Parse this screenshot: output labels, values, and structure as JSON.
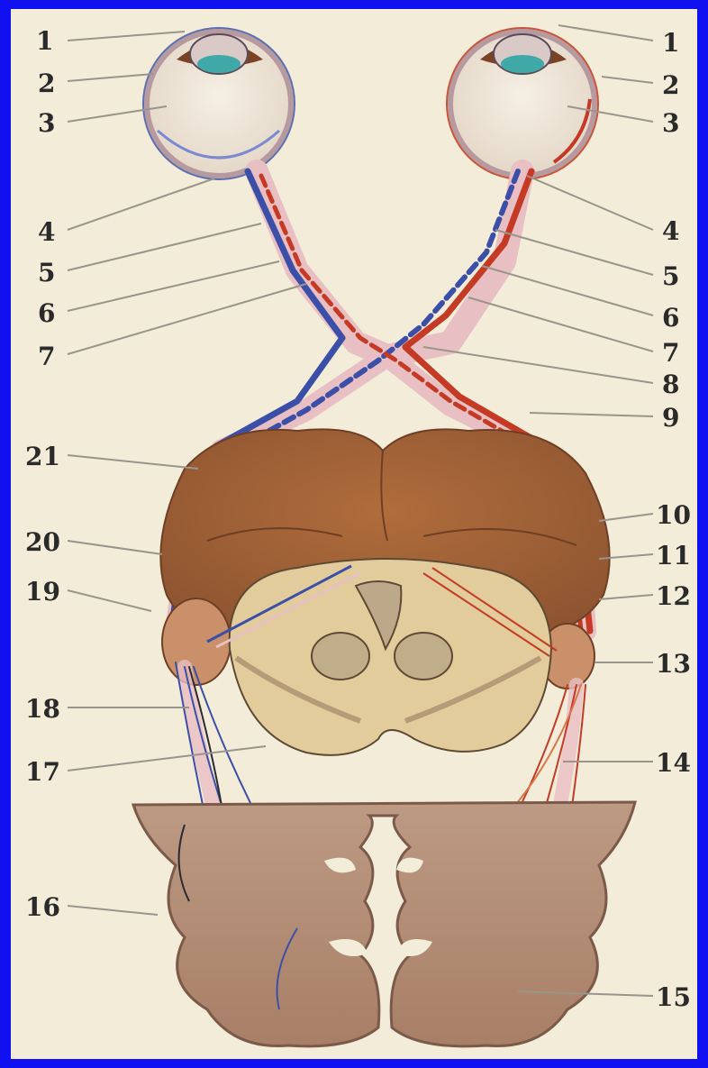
{
  "colors": {
    "frame": "#1010f0",
    "paper": "#f2ecd9",
    "nerve_pink": "#e9bfc2",
    "blue_path": "#3c4fa8",
    "red_path": "#c53a24",
    "brain_brown": "#a6653a",
    "cortex": "#b48f78",
    "brainstem": "#e0cc9d"
  },
  "labels": {
    "left": [
      "1",
      "2",
      "3",
      "4",
      "5",
      "6",
      "7",
      "21",
      "20",
      "19",
      "18",
      "17",
      "16"
    ],
    "right": [
      "1",
      "2",
      "3",
      "4",
      "5",
      "6",
      "7",
      "8",
      "9",
      "10",
      "11",
      "12",
      "13",
      "14",
      "15"
    ]
  }
}
